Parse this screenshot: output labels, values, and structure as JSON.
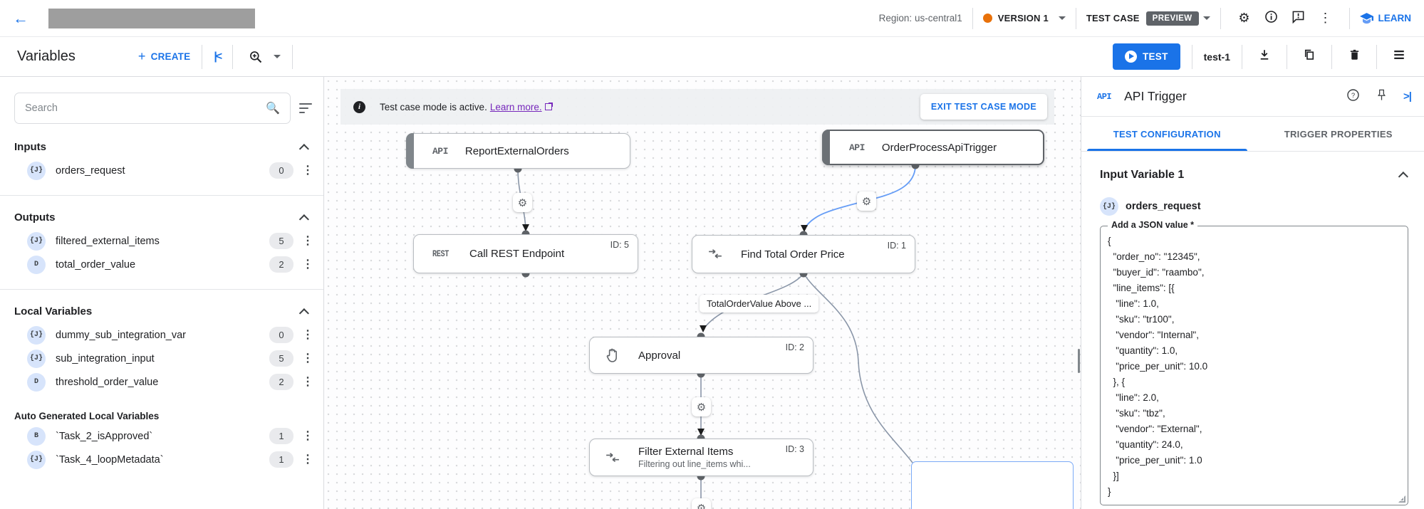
{
  "top_bar": {
    "region_label": "Region: us-central1",
    "version_label": "VERSION 1",
    "test_case_label": "TEST CASE",
    "preview_badge": "PREVIEW",
    "learn_label": "LEARN",
    "accent_color": "#1a73e8",
    "version_dot_color": "#e8710a"
  },
  "toolbar": {
    "title": "Variables",
    "create_label": "CREATE",
    "test_button_label": "TEST",
    "test_case_name": "test-1"
  },
  "sidebar": {
    "search_placeholder": "Search",
    "sections": [
      {
        "title": "Inputs",
        "items": [
          {
            "type_label": "{J}",
            "name": "orders_request",
            "count": "0"
          }
        ]
      },
      {
        "title": "Outputs",
        "items": [
          {
            "type_label": "{J}",
            "name": "filtered_external_items",
            "count": "5"
          },
          {
            "type_label": "D",
            "name": "total_order_value",
            "count": "2"
          }
        ]
      },
      {
        "title": "Local Variables",
        "items": [
          {
            "type_label": "{J}",
            "name": "dummy_sub_integration_var",
            "count": "0"
          },
          {
            "type_label": "{J}",
            "name": "sub_integration_input",
            "count": "5"
          },
          {
            "type_label": "D",
            "name": "threshold_order_value",
            "count": "2"
          }
        ]
      },
      {
        "title": "Auto Generated Local Variables",
        "items": [
          {
            "type_label": "B",
            "name": "`Task_2_isApproved`",
            "count": "1"
          },
          {
            "type_label": "{J}",
            "name": "`Task_4_loopMetadata`",
            "count": "1"
          }
        ]
      }
    ]
  },
  "canvas": {
    "banner": {
      "message": "Test case mode is active.",
      "link_label": "Learn more.",
      "exit_button": "EXIT TEST CASE MODE"
    },
    "edge_label": "TotalOrderValue Above ...",
    "nodes": {
      "report_external_orders": {
        "badge": "API",
        "name": "ReportExternalOrders"
      },
      "order_process_api_trigger": {
        "badge": "API",
        "name": "OrderProcessApiTrigger"
      },
      "call_rest_endpoint": {
        "badge": "REST",
        "name": "Call REST Endpoint",
        "id": "ID: 5"
      },
      "find_total_order_price": {
        "name": "Find Total Order Price",
        "id": "ID: 1"
      },
      "approval": {
        "name": "Approval",
        "id": "ID: 2"
      },
      "filter_external_items": {
        "name": "Filter External Items",
        "subtitle": "Filtering out line_items whi...",
        "id": "ID: 3"
      }
    }
  },
  "panel": {
    "badge": "API",
    "title": "API Trigger",
    "tabs": [
      {
        "label": "TEST CONFIGURATION"
      },
      {
        "label": "TRIGGER PROPERTIES"
      }
    ],
    "section_title": "Input Variable 1",
    "variable": {
      "type_label": "{J}",
      "name": "orders_request"
    },
    "field_label": "Add a JSON value *",
    "json_value": "{\n  \"order_no\": \"12345\",\n  \"buyer_id\": \"raambo\",\n  \"line_items\": [{\n   \"line\": 1.0,\n   \"sku\": \"tr100\",\n   \"vendor\": \"Internal\",\n   \"quantity\": 1.0,\n   \"price_per_unit\": 10.0\n  }, {\n   \"line\": 2.0,\n   \"sku\": \"tbz\",\n   \"vendor\": \"External\",\n   \"quantity\": 24.0,\n   \"price_per_unit\": 1.0\n  }]\n}"
  }
}
